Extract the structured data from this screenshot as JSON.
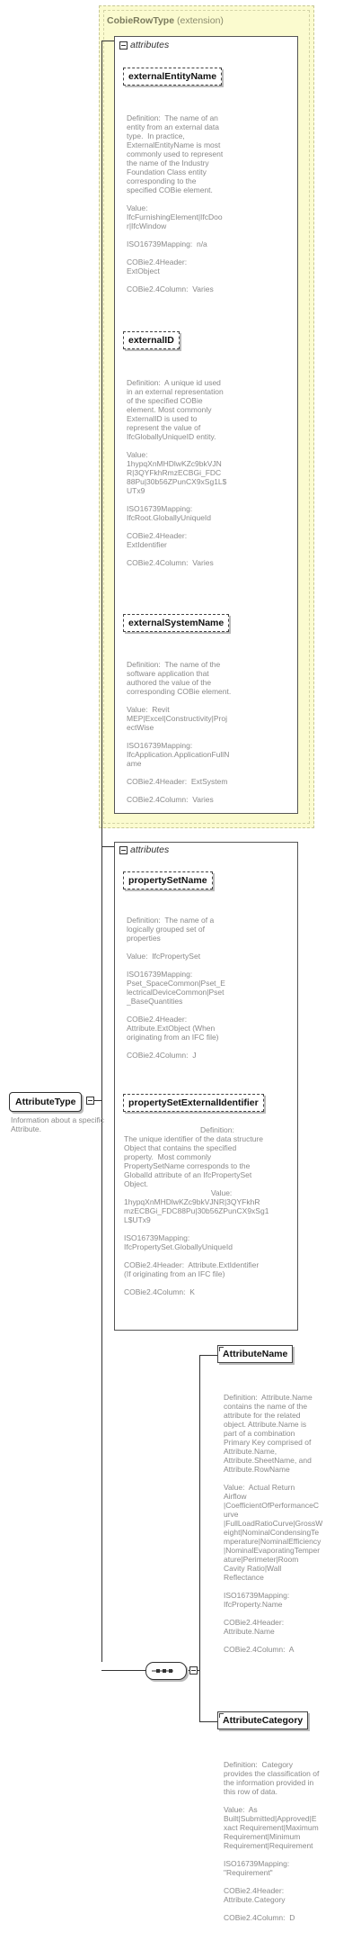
{
  "extension": {
    "title": "CobieRowType",
    "suffix": "(extension)"
  },
  "groups": {
    "attributes_label": "attributes"
  },
  "root": {
    "name": "AttributeType",
    "doc": "Information about a specific Attribute."
  },
  "ext_attrs": [
    {
      "name": "externalEntityName",
      "doc": "Definition:  The name of an\nentity from an external data\ntype.  In practice,\nExternalEntityName is most\ncommonly used to represent\nthe name of the Industry\nFoundation Class entity\ncorresponding to the\nspecified COBie element.\n\nValue:\nIfcFurnishingElement|IfcDoo\nr|IfcWindow\n\nISO16739Mapping:  n/a\n\nCOBie2.4Header:\nExtObject\n\nCOBie2.4Column:  Varies"
    },
    {
      "name": "externalID",
      "doc": "Definition:  A unique id used\nin an external representation\nof the specified COBie\nelement. Most commonly\nExternalID is used to\nrepresent the value of\nIfcGloballyUniqueID entity.\n\nValue:\n1hypqXnMHDlwKZc9bkVJN\nR|3QYFkhRmzECBGi_FDC\n88Pu|30b56ZPunCX9xSg1L$\nUTx9\n\nISO16739Mapping:\nIfcRoot.GloballyUniqueId\n\nCOBie2.4Header:\nExtIdentifier\n\nCOBie2.4Column:  Varies"
    },
    {
      "name": "externalSystemName",
      "doc": "Definition:  The name of the\nsoftware application that\nauthored the value of the\ncorresponding COBie element.\n\nValue:  Revit\nMEP|Excel|Constructivity|Proj\nectWise\n\nISO16739Mapping:\nIfcApplication.ApplicationFullN\name\n\nCOBie2.4Header:  ExtSystem\n\nCOBie2.4Column:  Varies"
    }
  ],
  "own_attrs": [
    {
      "name": "propertySetName",
      "doc": "Definition:  The name of a\nlogically grouped set of\nproperties\n\nValue:  IfcPropertySet\n\nISO16739Mapping:\nPset_SpaceCommon|Pset_E\nlectricalDeviceCommon|Pset\n_BaseQuantities\n\nCOBie2.4Header:\nAttribute.ExtObject (When\noriginating from an IFC file)\n\nCOBie2.4Column:  J"
    },
    {
      "name": "propertySetExternalIdentifier",
      "doc": "                                    Definition:\nThe unique identifier of the data structure\nObject that contains the specified\nproperty.  Most commonly\nPropertySetName corresponds to the\nGlobalId attribute of an IfcPropertySet\nObject.\n                                         Value:\n1hypqXnMHDlwKZc9bkVJNR|3QYFkhR\nmzECBGi_FDC88Pu|30b56ZPunCX9xSg1\nL$UTx9\n\nISO16739Mapping:\nIfcPropertySet.GloballyUniqueId\n\nCOBie2.4Header:  Attribute.ExtIdentifier\n(If originating from an IFC file)\n\nCOBie2.4Column:  K"
    }
  ],
  "elements": [
    {
      "name": "AttributeName",
      "doc": "Definition:  Attribute.Name\ncontains the name of the\nattribute for the related\nobject. Attribute.Name is\npart of a combination\nPrimary Key comprised of\nAttribute.Name,\nAttribute.SheetName, and\nAttribute.RowName\n\nValue:  Actual Return\nAirflow\n|CoefficientOfPerformanceC\nurve\n|FullLoadRatioCurve|GrossW\neight|NominalCondensingTe\nmperature|NominalEfficiency\n|NominalEvaporatingTemper\nature|Perimeter|Room\nCavity Ratio|Wall\nReflectance\n\nISO16739Mapping:\nIfcProperty.Name\n\nCOBie2.4Header:\nAttribute.Name\n\nCOBie2.4Column:  A"
    },
    {
      "name": "AttributeCategory",
      "doc": "Definition:  Category\nprovides the classification of\nthe information provided in\nthis row of data.\n\nValue:  As\nBuilt|Submitted|Approved|E\nxact Requirement|Maximum\nRequirement|Minimum\nRequirement|Requirement\n\nISO16739Mapping:\n\"Requirement\"\n\nCOBie2.4Header:\nAttribute.Category\n\nCOBie2.4Column:  D"
    }
  ]
}
